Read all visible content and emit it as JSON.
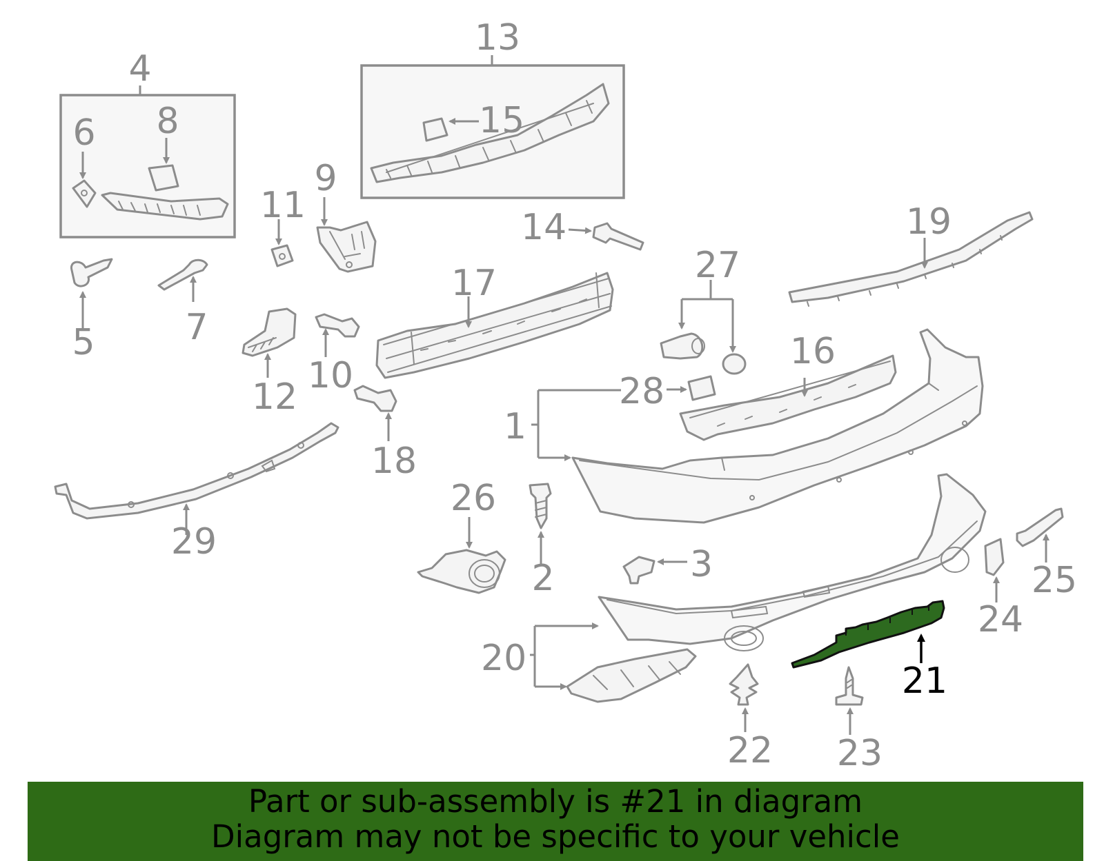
{
  "callouts": {
    "n1": "1",
    "n2": "2",
    "n3": "3",
    "n4": "4",
    "n5": "5",
    "n6": "6",
    "n7": "7",
    "n8": "8",
    "n9": "9",
    "n10": "10",
    "n11": "11",
    "n12": "12",
    "n13": "13",
    "n14": "14",
    "n15": "15",
    "n16": "16",
    "n17": "17",
    "n18": "18",
    "n19": "19",
    "n20": "20",
    "n21": "21",
    "n22": "22",
    "n23": "23",
    "n24": "24",
    "n25": "25",
    "n26": "26",
    "n27": "27",
    "n28": "28",
    "n29": "29"
  },
  "highlight": {
    "part_number": "21",
    "fill_color": "#2d6a1f",
    "label_color": "#000000"
  },
  "colors": {
    "line": "#8c8c8c",
    "banner_bg": "#2e6b16",
    "banner_text": "#000000"
  },
  "banner": {
    "line1": "Part or sub-assembly is #21 in diagram",
    "line2": "Diagram may not be specific to your vehicle"
  }
}
